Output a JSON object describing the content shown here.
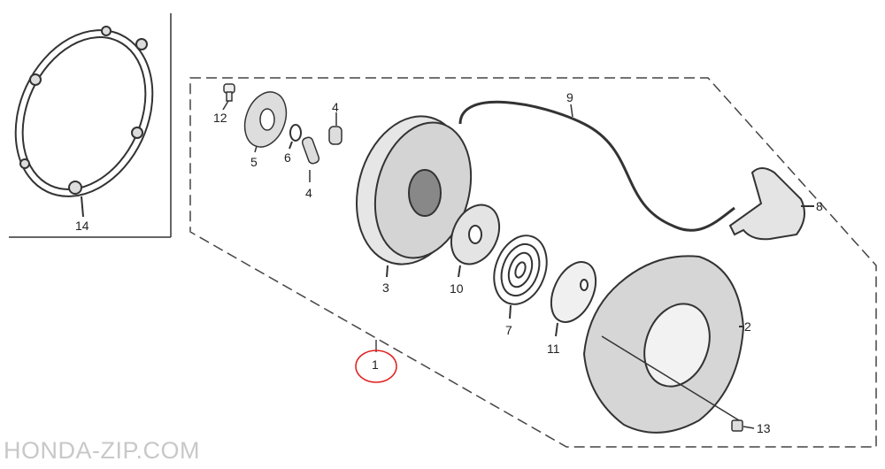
{
  "watermark": "HONDA-ZIP.COM",
  "highlight_color": "#e02020",
  "callouts": {
    "assembly": "1",
    "cover": "2",
    "pulley": "3",
    "pawl_a": "4",
    "pawl_b": "4",
    "friction_plate": "5",
    "spring_clip": "6",
    "return_spring": "7",
    "handle": "8",
    "rope": "9",
    "washer_10": "10",
    "washer_11": "11",
    "screw_12": "12",
    "bolt_13": "13",
    "gasket_ring": "14"
  }
}
